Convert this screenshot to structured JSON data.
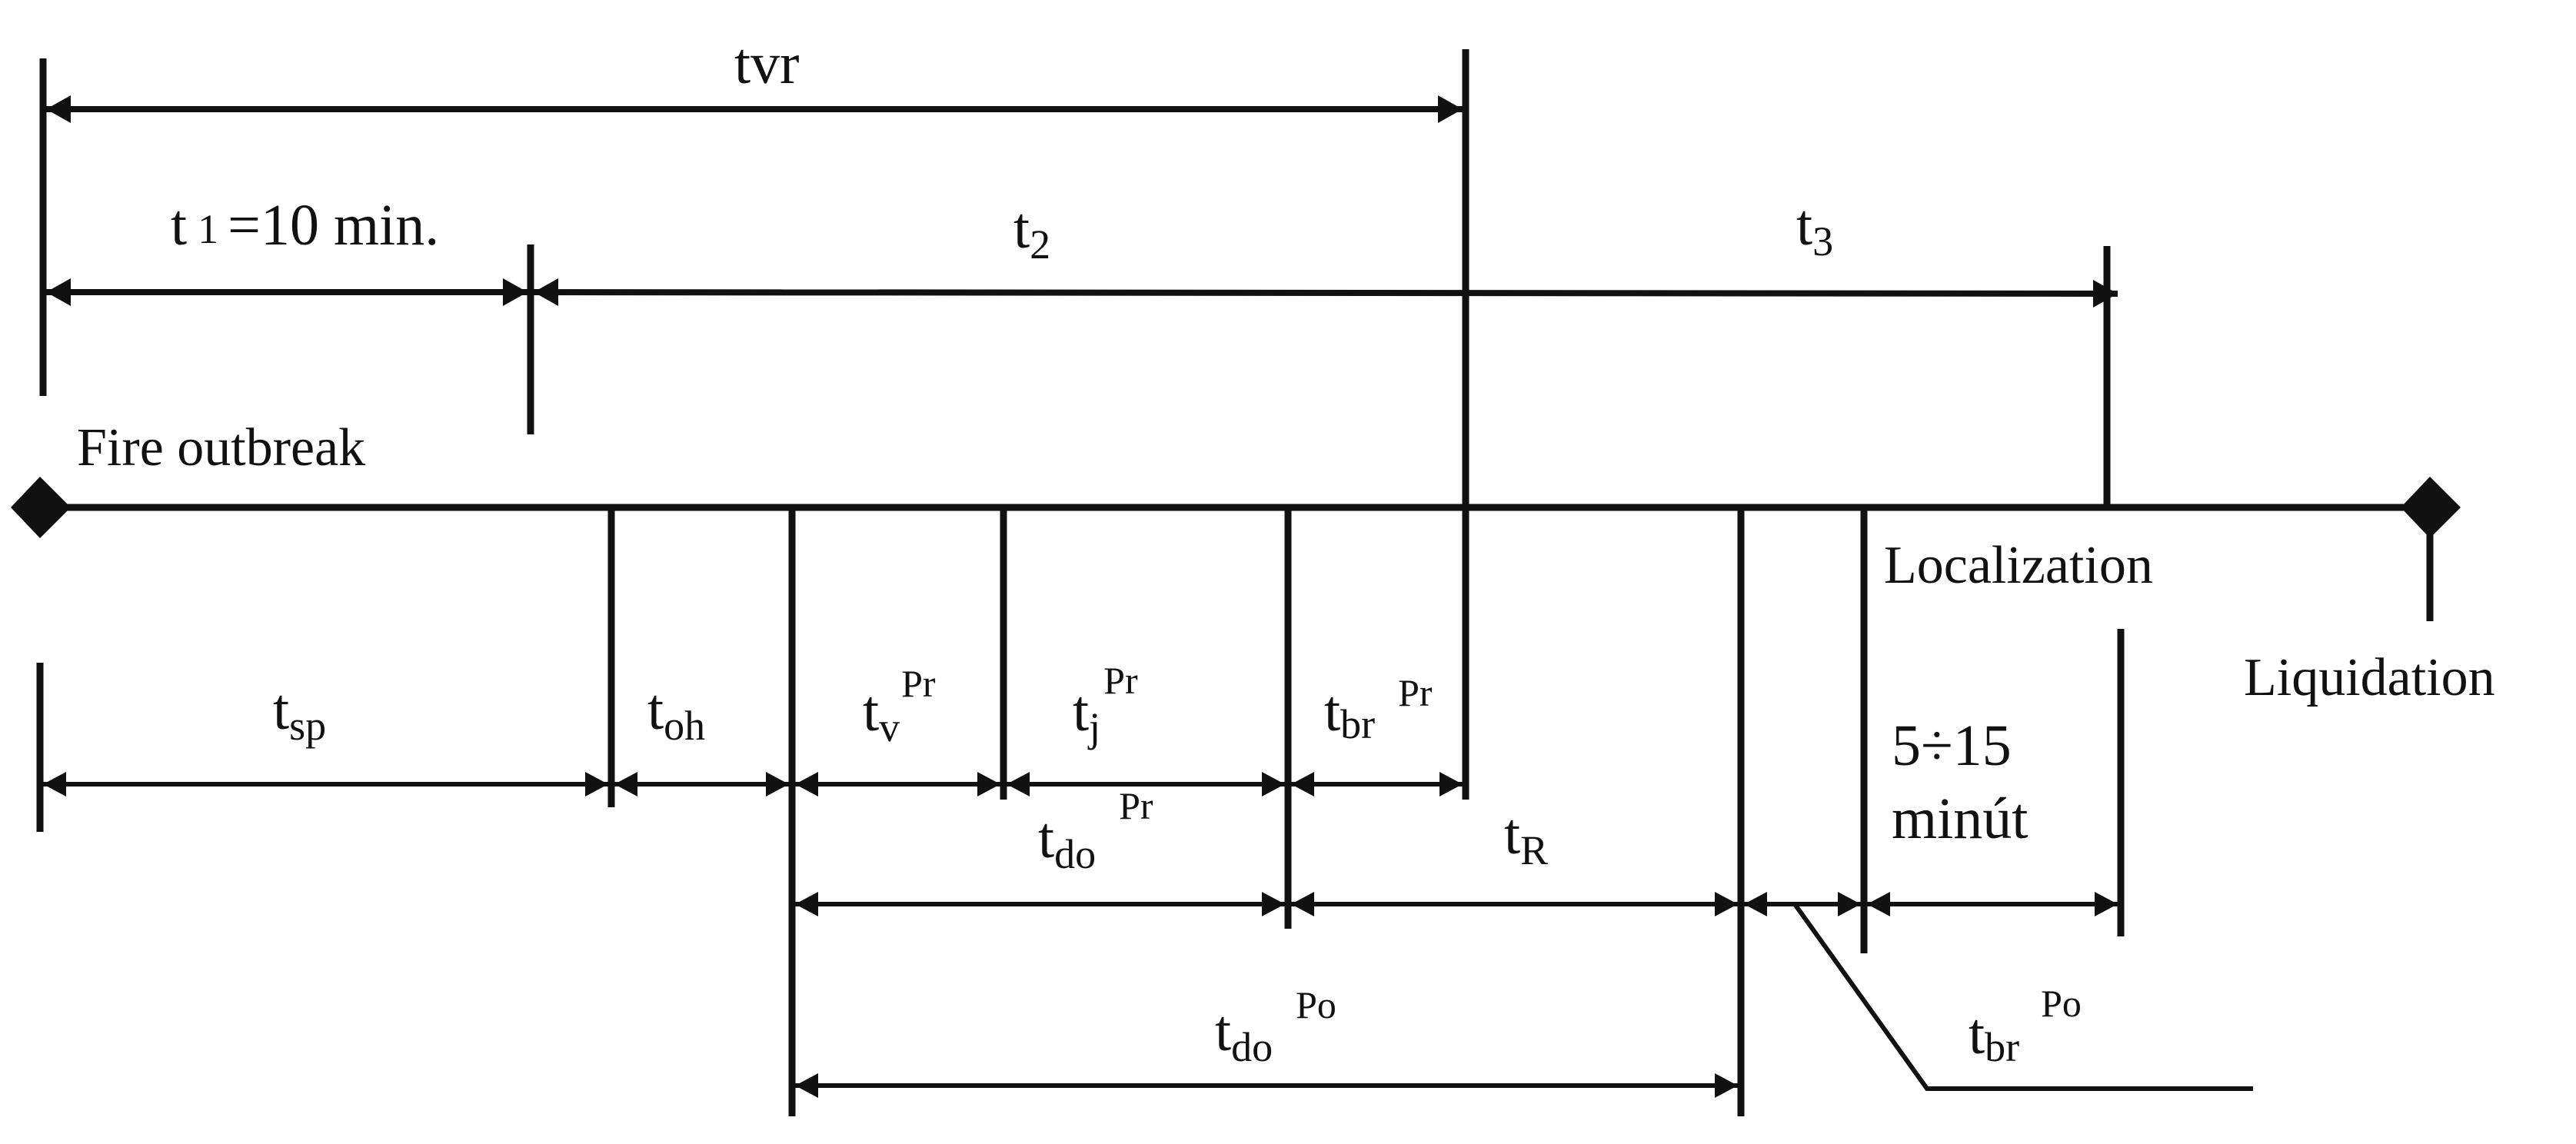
{
  "diagram": {
    "events": {
      "fire_outbreak": "Fire outbreak",
      "localization": "Localization",
      "liquidation": "Liquidation"
    },
    "intervals": {
      "tvr": "tvr",
      "t1_base": "t",
      "t1_sub": "1",
      "t1_value": "=10 min.",
      "t2_base": "t",
      "t2_sub": "2",
      "t3_base": "t",
      "t3_sub": "3",
      "tsp_base": "t",
      "tsp_sub": "sp",
      "toh_base": "t",
      "toh_sub": "oh",
      "tv_base": "t",
      "tv_sub": "v",
      "tv_sup": "Pr",
      "tj_base": "t",
      "tj_sub": "j",
      "tj_sup": "Pr",
      "tbr_pr_base": "t",
      "tbr_pr_sub": "br",
      "tbr_pr_sup": "Pr",
      "tdo_pr_base": "t",
      "tdo_pr_sub": "do",
      "tdo_pr_sup": "Pr",
      "tR_base": "t",
      "tR_sub": "R",
      "range_line1": "5÷15",
      "range_line2": "minút",
      "tdo_po_base": "t",
      "tdo_po_sub": "do",
      "tdo_po_sup": "Po",
      "tbr_po_base": "t",
      "tbr_po_sub": "br",
      "tbr_po_sup": "Po"
    }
  }
}
